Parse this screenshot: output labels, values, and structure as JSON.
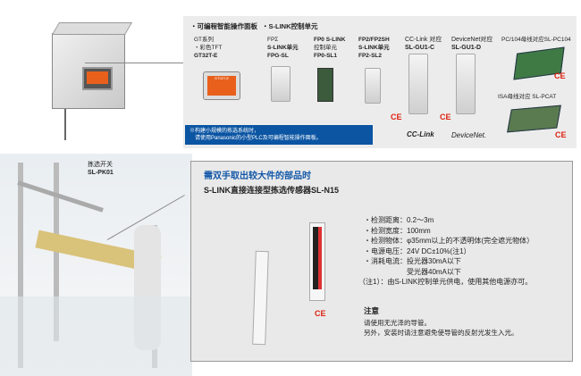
{
  "top": {
    "section1": "・可编程智能操作面板",
    "section2": "・S-LINK控制单元",
    "products": [
      {
        "lines": [
          "GT系列",
          "・彩色TFT",
          "GT32T-E"
        ]
      },
      {
        "lines": [
          "FPΣ",
          "S-LINK单元",
          "FPG-SL"
        ]
      },
      {
        "lines": [
          "FP0 S-LINK",
          "控制单元",
          "FP0-SL1"
        ]
      },
      {
        "lines": [
          "FP2/FP2SH",
          "S-LINK单元",
          "FP2-SL2"
        ]
      },
      {
        "lines": [
          "CC-Link 对应",
          "SL-GU1-C"
        ]
      },
      {
        "lines": [
          "DeviceNet对应",
          "SL-GU1-D"
        ]
      },
      {
        "lines": [
          "PC/104母线对应SL-PC104"
        ]
      },
      {
        "lines": [
          "ISA母线对应 SL-PCAT"
        ]
      }
    ],
    "ce": "CE",
    "cclink_logo": "CC-Link",
    "devicenet_logo": "DeviceNet.",
    "note": [
      "※构建小规模的拣选系统时，",
      "请使用Panasonic的小型PLC及可编程智能操作面板。"
    ],
    "screen_text": "GT32T-E"
  },
  "scene": {
    "switch_label": "拣选开关",
    "switch_model": "SL-PK01"
  },
  "spec": {
    "title": "需双手取出较大件的部品时",
    "subtitle": "S-LINK直接连接型拣选传感器SL-N15",
    "items": [
      "・检测距离：0.2～3m",
      "・检测宽度：100mm",
      "・检测物体：φ35mm以上的不透明体(完全遮光物体）",
      "・电源电压：24V DC±10%(注1）",
      "・消耗电流：投光器30mA以下",
      "　　　　　　受光器40mA以下",
      "（注1）：由S-LINK控制单元供电，使用其他电源亦可。"
    ],
    "caution_title": "注意",
    "caution": [
      "请使用无光泽的导管。",
      "另外，安装时请注意避免使导管的反射光发生入光。"
    ]
  },
  "colors": {
    "blue": "#0b55a3",
    "ce": "#dd2211"
  }
}
